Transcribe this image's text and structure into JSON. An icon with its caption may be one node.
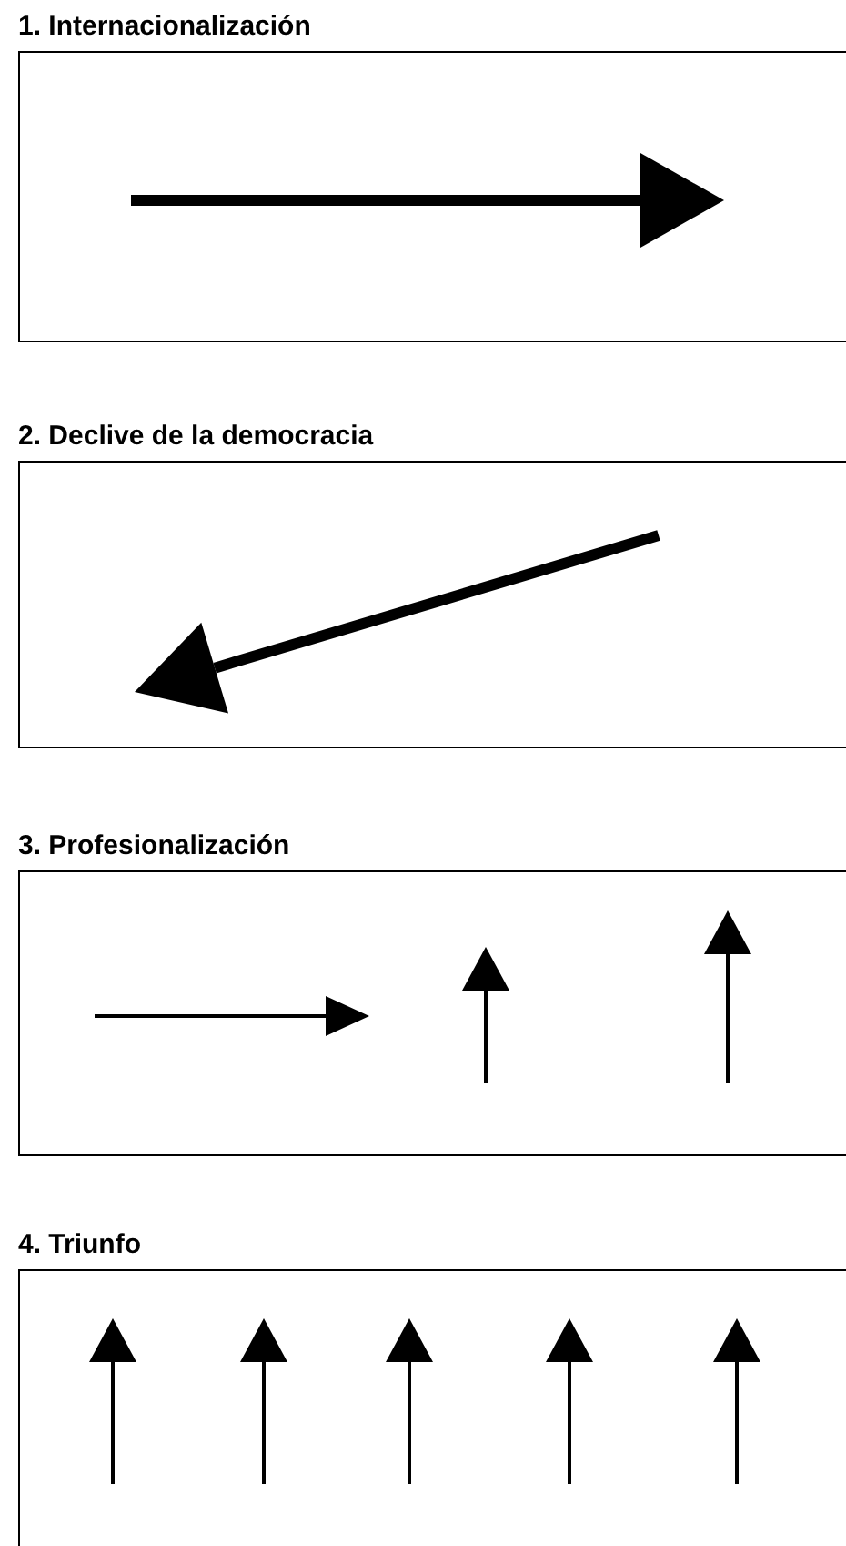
{
  "diagram": {
    "nodes": [
      {
        "text": [
          "1. Internacionalización"
        ]
      },
      {
        "text": [
          "2. Declive de la democracia"
        ]
      },
      {
        "text": [
          "3. Profesionalización"
        ]
      },
      {
        "text": [
          "4. Triunfo"
        ]
      }
    ]
  }
}
